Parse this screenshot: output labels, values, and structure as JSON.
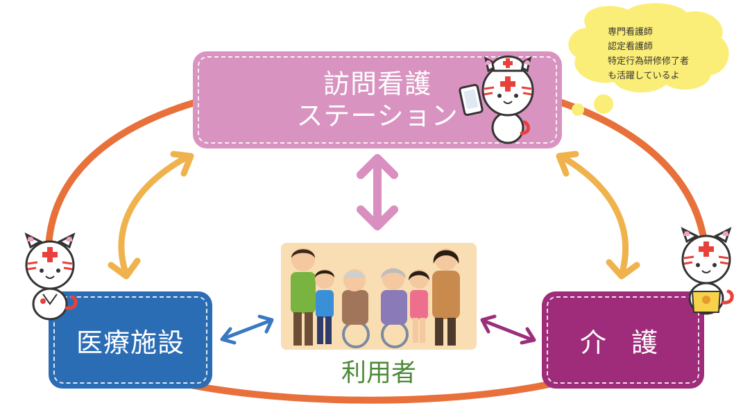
{
  "station": {
    "line1": "訪問看護",
    "line2": "ステーション"
  },
  "medical": {
    "label": "医療施設"
  },
  "care": {
    "label": "介 護"
  },
  "user": {
    "label": "利用者"
  },
  "bubble": {
    "lines": [
      "専門看護師",
      "認定看護師",
      "特定行為研修修了者",
      "も活躍しているよ"
    ]
  },
  "colors": {
    "station": "#d993c0",
    "medical": "#2b6db5",
    "care": "#9e2c7a",
    "ring": "#e8703a",
    "yellow_arrow": "#efb24c",
    "pink_arrow": "#d98fbf",
    "blue_arrow": "#3a78c0",
    "purple_arrow": "#9a2f7a",
    "bubble": "#fbee78",
    "user_text": "#4e8a3a"
  },
  "icons": [
    "nurse-mascot",
    "doctor-mascot",
    "caregiver-mascot",
    "tablet-icon",
    "thought-bubble"
  ]
}
